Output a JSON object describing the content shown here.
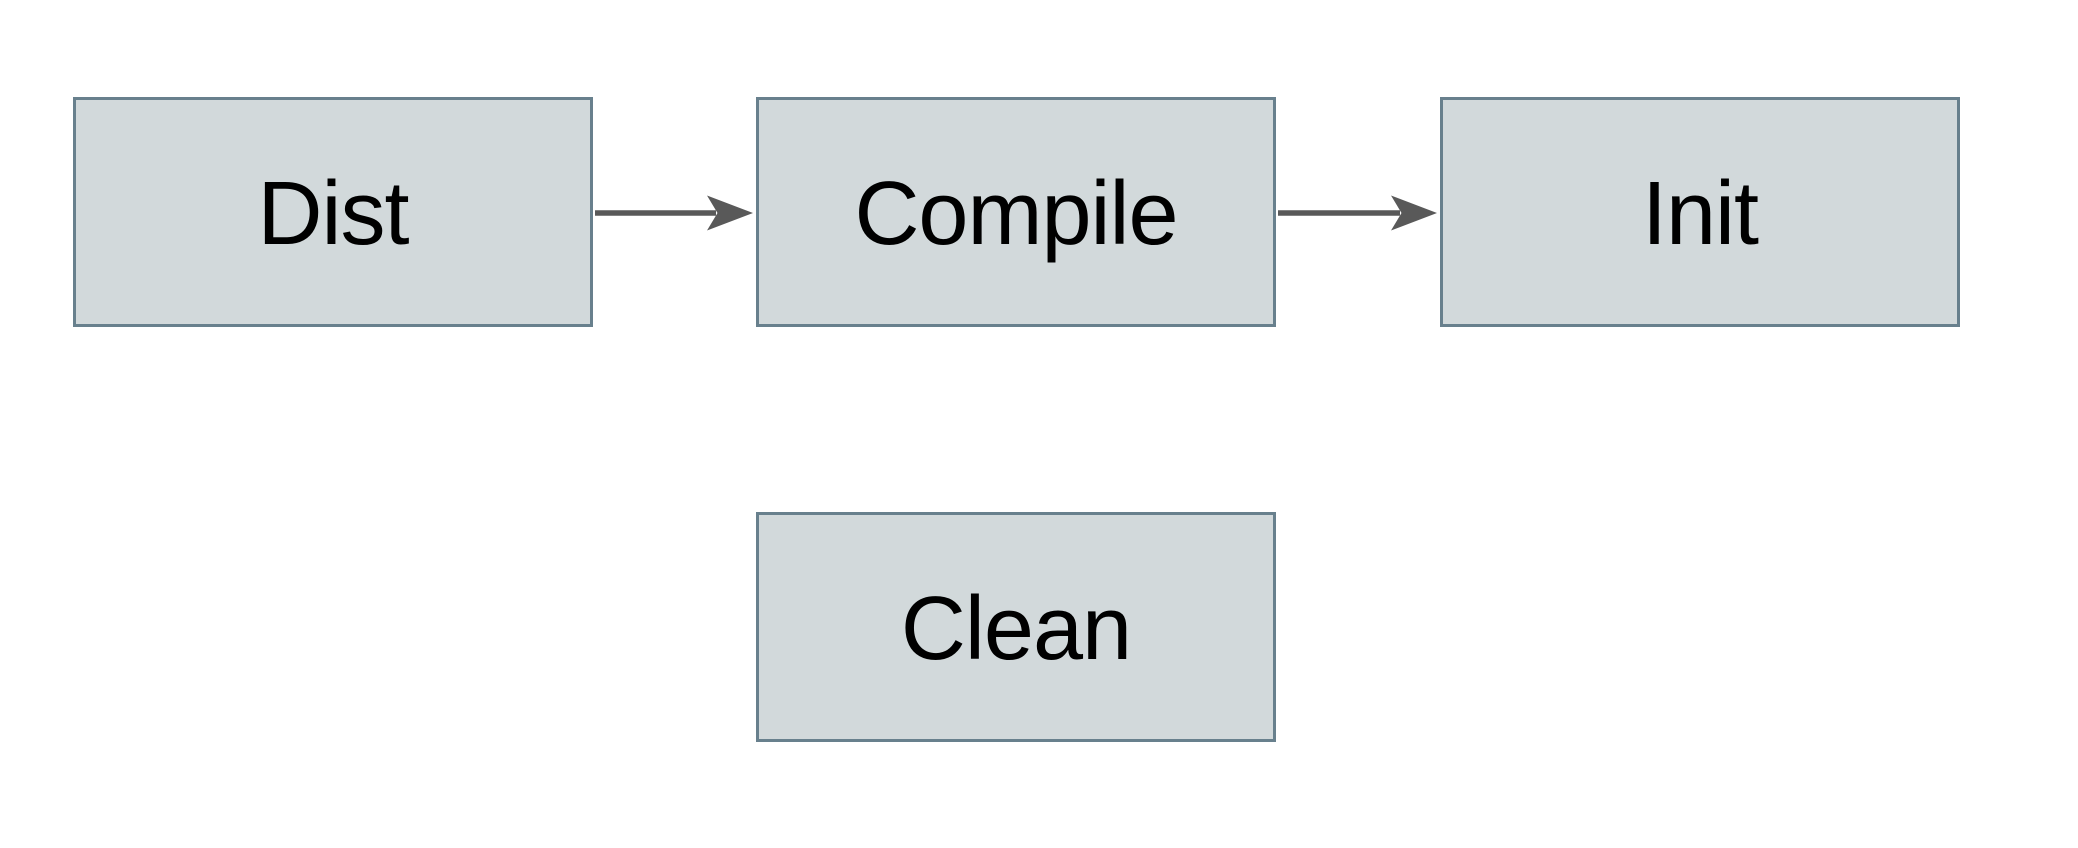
{
  "diagram": {
    "nodes": [
      {
        "id": "dist",
        "label": "Dist"
      },
      {
        "id": "compile",
        "label": "Compile"
      },
      {
        "id": "init",
        "label": "Init"
      },
      {
        "id": "clean",
        "label": "Clean"
      }
    ],
    "edges": [
      {
        "from": "dist",
        "to": "compile",
        "style": "arrow-right"
      },
      {
        "from": "compile",
        "to": "init",
        "style": "arrow-right"
      }
    ],
    "colors": {
      "background": "#ffffff",
      "node_fill": "#d2d9db",
      "node_border": "#68808d",
      "arrow": "#595959",
      "text": "#000000"
    }
  }
}
